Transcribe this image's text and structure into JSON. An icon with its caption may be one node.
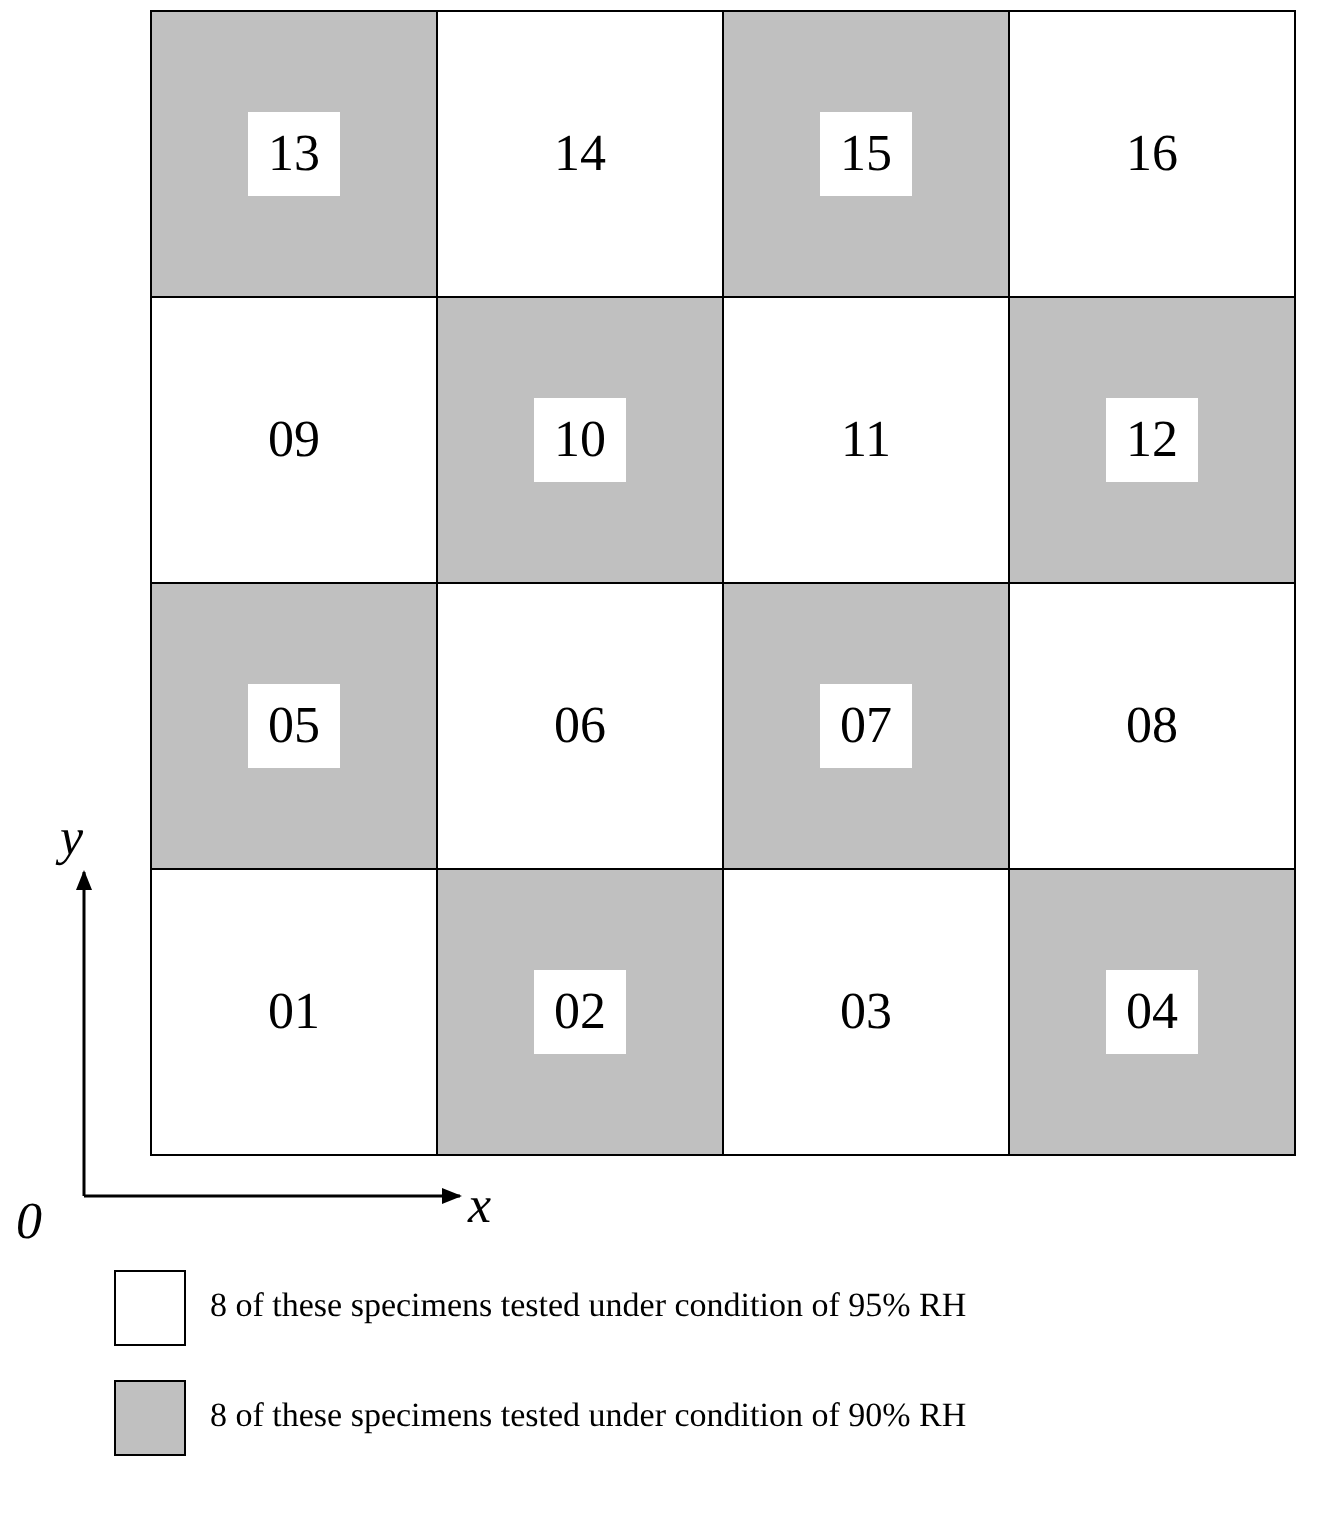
{
  "diagram": {
    "nodes": [
      {
        "text": [
          "13"
        ]
      },
      {
        "text": [
          "14"
        ]
      },
      {
        "text": [
          "15"
        ]
      },
      {
        "text": [
          "16"
        ]
      },
      {
        "text": [
          "09"
        ]
      },
      {
        "text": [
          "10"
        ]
      },
      {
        "text": [
          "11"
        ]
      },
      {
        "text": [
          "12"
        ]
      },
      {
        "text": [
          "05"
        ]
      },
      {
        "text": [
          "06"
        ]
      },
      {
        "text": [
          "07"
        ]
      },
      {
        "text": [
          "08"
        ]
      },
      {
        "text": [
          "01"
        ]
      },
      {
        "text": [
          "02"
        ]
      },
      {
        "text": [
          "03"
        ]
      },
      {
        "text": [
          "04"
        ]
      }
    ],
    "labels": [
      "y",
      "x",
      "0"
    ],
    "legend": [
      {
        "text": "8 of these specimens tested under condition of 95% RH",
        "color": "#ffffff"
      },
      {
        "text": "8 of these specimens tested under condition of 90% RH",
        "color": "#c0c0c0"
      }
    ]
  }
}
